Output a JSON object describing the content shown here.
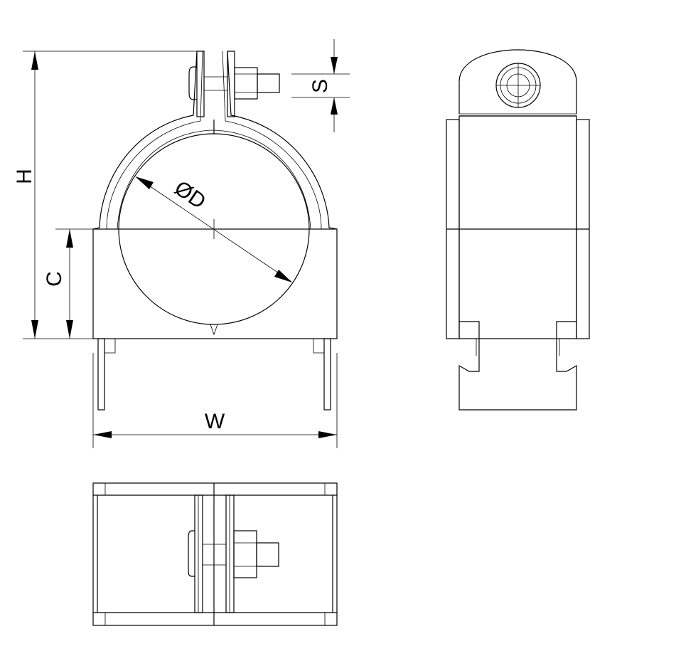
{
  "labels": {
    "H": "H",
    "C": "C",
    "S": "S",
    "W": "W",
    "D": "ØD"
  },
  "colors": {
    "stroke": "#000000",
    "background": "#ffffff"
  }
}
